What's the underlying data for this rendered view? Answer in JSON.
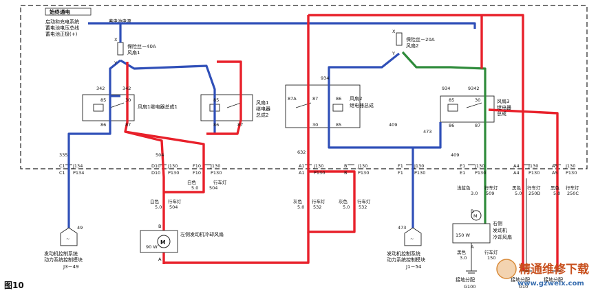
{
  "figure": {
    "caption": "图10",
    "top_label": "始终通电"
  },
  "source": {
    "line1": "启动和充电系统",
    "line2": "蓄电池电压总线",
    "line3": "蓄电池正极(+)",
    "wire_tag": "蓄电池电源"
  },
  "fuses": [
    {
      "name": "保险丝－40A",
      "sub": "风扇1",
      "pin_x": "X",
      "pin_y": "Y"
    },
    {
      "name": "保险丝－20A",
      "sub": "风扇2",
      "pin_x": "X",
      "pin_y": "Y"
    }
  ],
  "relays": [
    {
      "name": "风扇1继电器总成1",
      "pins": [
        "85",
        "30",
        "86",
        "87"
      ],
      "wires": [
        "342",
        "342"
      ]
    },
    {
      "name": "风扇1继电器总成2",
      "line1": "风扇1",
      "line2": "继电器",
      "line3": "总成2",
      "pins": [
        "85",
        "86",
        "87"
      ]
    },
    {
      "name": "风扇2继电器总成",
      "line1": "风扇2",
      "line2": "继电器总成",
      "pins": [
        "87A",
        "87",
        "85",
        "86",
        "30"
      ],
      "wires": [
        "934",
        "409",
        "473"
      ]
    },
    {
      "name": "风扇3继电器总成",
      "line1": "风扇3",
      "line2": "继电器",
      "line3": "总成",
      "pins": [
        "85",
        "86",
        "86",
        "87",
        "30"
      ],
      "wires": [
        "934",
        "9342",
        "409"
      ]
    }
  ],
  "connectors": [
    {
      "top": "C1",
      "mid": "J134",
      "bottom": "C1",
      "bottom2": "P134",
      "wire": "335"
    },
    {
      "top": "D10",
      "mid": "J130",
      "bottom": "D10",
      "bottom2": "P130",
      "wire": "504"
    },
    {
      "top": "F10",
      "mid": "J130",
      "bottom": "F10",
      "bottom2": "P130"
    },
    {
      "top": "A1",
      "mid": "J130",
      "bottom": "A1",
      "bottom2": "P130",
      "wire": "632"
    },
    {
      "top": "B",
      "mid": "J130",
      "bottom": "B",
      "bottom2": "P130"
    },
    {
      "top": "F1",
      "mid": "J130",
      "bottom": "F1",
      "bottom2": "P130"
    },
    {
      "top": "E1",
      "mid": "J130",
      "bottom": "E1",
      "bottom2": "P130"
    },
    {
      "top": "A4",
      "mid": "J130",
      "bottom": "A4",
      "bottom2": "P130"
    },
    {
      "top": "A5",
      "mid": "J130",
      "bottom": "A5",
      "bottom2": "P130"
    }
  ],
  "wire_labels": [
    {
      "color": "白色",
      "size": "5.0",
      "text": "行车灯",
      "num": "504"
    },
    {
      "color": "白色",
      "size": "5.0",
      "text": "行车灯",
      "num": "504"
    },
    {
      "color": "灰色",
      "size": "5.0",
      "text": "行车灯",
      "num": "532"
    },
    {
      "color": "灰色",
      "size": "5.0",
      "text": "行车灯",
      "num": "532"
    },
    {
      "color": "浅蓝色",
      "size": "3.0",
      "text": "行车灯",
      "num": "509"
    },
    {
      "color": "黑色",
      "size": "5.0",
      "text": "行车灯",
      "num": "250D"
    },
    {
      "color": "黑色",
      "size": "5.0",
      "text": "行车灯",
      "num": "250C"
    },
    {
      "color": "黑色",
      "size": "3.0",
      "text": "行车灯",
      "num": "150"
    }
  ],
  "modules": [
    {
      "line1": "发动机控制系统",
      "line2": "动力系统控制模块",
      "id": "J3－49",
      "pin": "49"
    },
    {
      "line1": "发动机控制系统",
      "line2": "动力系统控制模块",
      "id": "J1－54",
      "pin": "473"
    }
  ],
  "motors": [
    {
      "name": "左侧发动机冷却风扇",
      "power": "90 W",
      "pin_b": "B",
      "pin_a": "A"
    },
    {
      "line1": "右侧",
      "line2": "发动机",
      "line3": "冷却风扇",
      "power": "150 W",
      "pin_b": "B",
      "pin_a": "A"
    }
  ],
  "grounds": [
    {
      "name": "接地分配",
      "id": "G100"
    },
    {
      "name": "接地分配",
      "id": "G10"
    },
    {
      "name": "接地分配",
      "id": ""
    }
  ],
  "watermark": {
    "text": "精通维修下载",
    "url": "www.gzweix.com"
  },
  "colors": {
    "power_red": "#e8202a",
    "blue": "#2f4fb8",
    "green": "#2e8b3a",
    "frame": "#222222"
  }
}
